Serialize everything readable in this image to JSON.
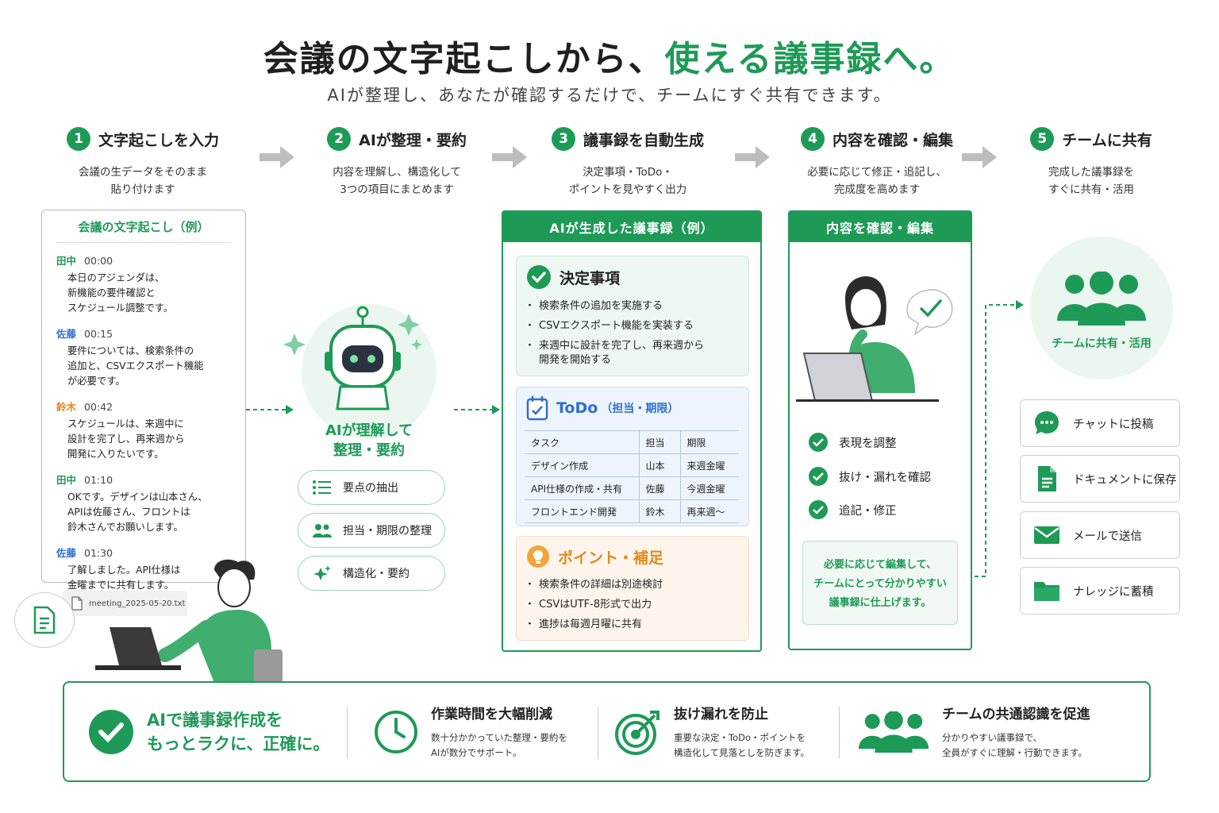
{
  "header": {
    "title_dark": "会議の文字起こしから、",
    "title_accent": "使える議事録へ。",
    "subtitle": "AIが整理し、あなたが確認するだけで、チームにすぐ共有できます。"
  },
  "steps": [
    {
      "num": "1",
      "title": "文字起こしを入力",
      "desc": "会議の生データをそのまま\n貼り付けます"
    },
    {
      "num": "2",
      "title": "AIが整理・要約",
      "desc": "内容を理解し、構造化して\n3つの項目にまとめます"
    },
    {
      "num": "3",
      "title": "議事録を自動生成",
      "desc": "決定事項・ToDo・\nポイントを見やすく出力"
    },
    {
      "num": "4",
      "title": "内容を確認・編集",
      "desc": "必要に応じて修正・追記し、\n完成度を高めます"
    },
    {
      "num": "5",
      "title": "チームに共有",
      "desc": "完成した議事録を\nすぐに共有・活用"
    }
  ],
  "transcript": {
    "title": "会議の文字起こし（例）",
    "entries": [
      {
        "name": "田中",
        "time": "00:00",
        "text": "本日のアジェンダは、\n新機能の要件確認と\nスケジュール調整です。",
        "color": "#1e9a57"
      },
      {
        "name": "佐藤",
        "time": "00:15",
        "text": "要件については、検索条件の\n追加と、CSVエクスポート機能\nが必要です。",
        "color": "#2f6fd0"
      },
      {
        "name": "鈴木",
        "time": "00:42",
        "text": "スケジュールは、来週中に\n設計を完了し、再来週から\n開発に入りたいです。",
        "color": "#e08a1e"
      },
      {
        "name": "田中",
        "time": "01:10",
        "text": "OKです。デザインは山本さん、\nAPIは佐藤さん、フロントは\n鈴木さんでお願いします。",
        "color": "#1e9a57"
      },
      {
        "name": "佐藤",
        "time": "01:30",
        "text": "了解しました。API仕様は\n金曜までに共有します。",
        "color": "#2f6fd0"
      }
    ],
    "file_name": "meeting_2025-05-20.txt"
  },
  "ai": {
    "label": "AIが理解して\n整理・要約",
    "pills": [
      {
        "icon": "list-icon",
        "label": "要点の抽出"
      },
      {
        "icon": "people-icon",
        "label": "担当・期限の整理"
      },
      {
        "icon": "sparkle-icon",
        "label": "構造化・要約"
      }
    ]
  },
  "generated": {
    "header": "AIが生成した議事録（例）",
    "decisions": {
      "title": "決定事項",
      "items": [
        "検索条件の追加を実施する",
        "CSVエクスポート機能を実装する",
        "来週中に設計を完了し、再来週から\n開発を開始する"
      ]
    },
    "todo": {
      "title": "ToDo",
      "subtitle": "（担当・期限）",
      "headers": [
        "タスク",
        "担当",
        "期限"
      ],
      "rows": [
        [
          "デザイン作成",
          "山本",
          "来週金曜"
        ],
        [
          "API仕様の作成・共有",
          "佐藤",
          "今週金曜"
        ],
        [
          "フロントエンド開発",
          "鈴木",
          "再来週〜"
        ]
      ]
    },
    "points": {
      "title": "ポイント・補足",
      "items": [
        "検索条件の詳細は別途検討",
        "CSVはUTF-8形式で出力",
        "進捗は毎週月曜に共有"
      ]
    }
  },
  "review": {
    "header": "内容を確認・編集",
    "checks": [
      "表現を調整",
      "抜け・漏れを確認",
      "追記・修正"
    ],
    "note": "必要に応じて編集して、\nチームにとって分かりやすい\n議事録に仕上げます。"
  },
  "share": {
    "label": "チームに共有・活用",
    "items": [
      {
        "icon": "chat-icon",
        "label": "チャットに投稿"
      },
      {
        "icon": "document-icon",
        "label": "ドキュメントに保存"
      },
      {
        "icon": "mail-icon",
        "label": "メールで送信"
      },
      {
        "icon": "folder-icon",
        "label": "ナレッジに蓄積"
      }
    ]
  },
  "banner": {
    "main": "AIで議事録作成を\nもっとラクに、正確に。",
    "benefits": [
      {
        "icon": "clock-icon",
        "title": "作業時間を大幅削減",
        "desc": "数十分かかっていた整理・要約を\nAIが数分でサポート。"
      },
      {
        "icon": "target-icon",
        "title": "抜け漏れを防止",
        "desc": "重要な決定・ToDo・ポイントを\n構造化して見落としを防ぎます。"
      },
      {
        "icon": "team-icon",
        "title": "チームの共通認識を促進",
        "desc": "分かりやすい議事録で、\n全員がすぐに理解・行動できます。"
      }
    ]
  },
  "colors": {
    "accent": "#1e9a57",
    "blue": "#2f6fd0",
    "orange": "#e08a1e"
  }
}
